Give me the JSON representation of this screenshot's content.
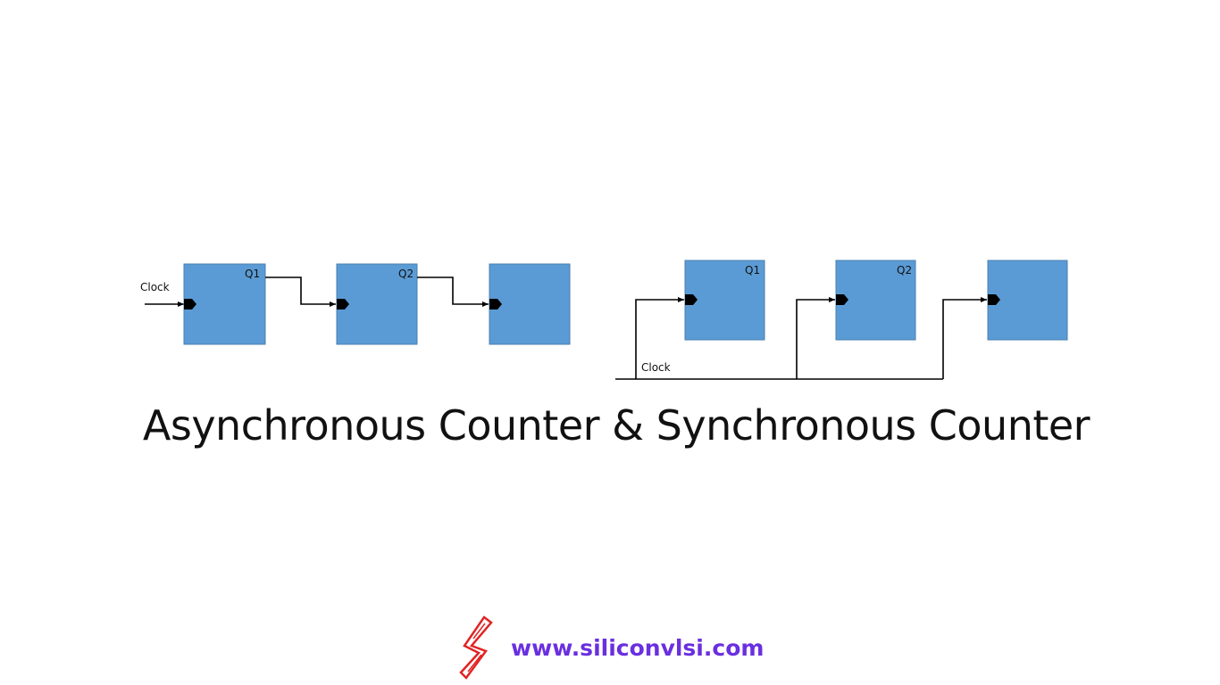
{
  "title": "Asynchronous Counter & Synchronous Counter",
  "async_counter": {
    "clock_label": "Clock",
    "flipflops": [
      {
        "output_label": "Q1"
      },
      {
        "output_label": "Q2"
      },
      {
        "output_label": ""
      }
    ]
  },
  "sync_counter": {
    "clock_label": "Clock",
    "flipflops": [
      {
        "output_label": "Q1"
      },
      {
        "output_label": "Q2"
      },
      {
        "output_label": ""
      }
    ]
  },
  "footer": {
    "logo_icon": "siliconvlsi-logo-icon",
    "url": "www.siliconvlsi.com"
  },
  "colors": {
    "flipflop_fill": "#5b9bd5",
    "flipflop_stroke": "#4a7fb0",
    "logo_red": "#e02424",
    "url_purple": "#6a2fe0"
  }
}
